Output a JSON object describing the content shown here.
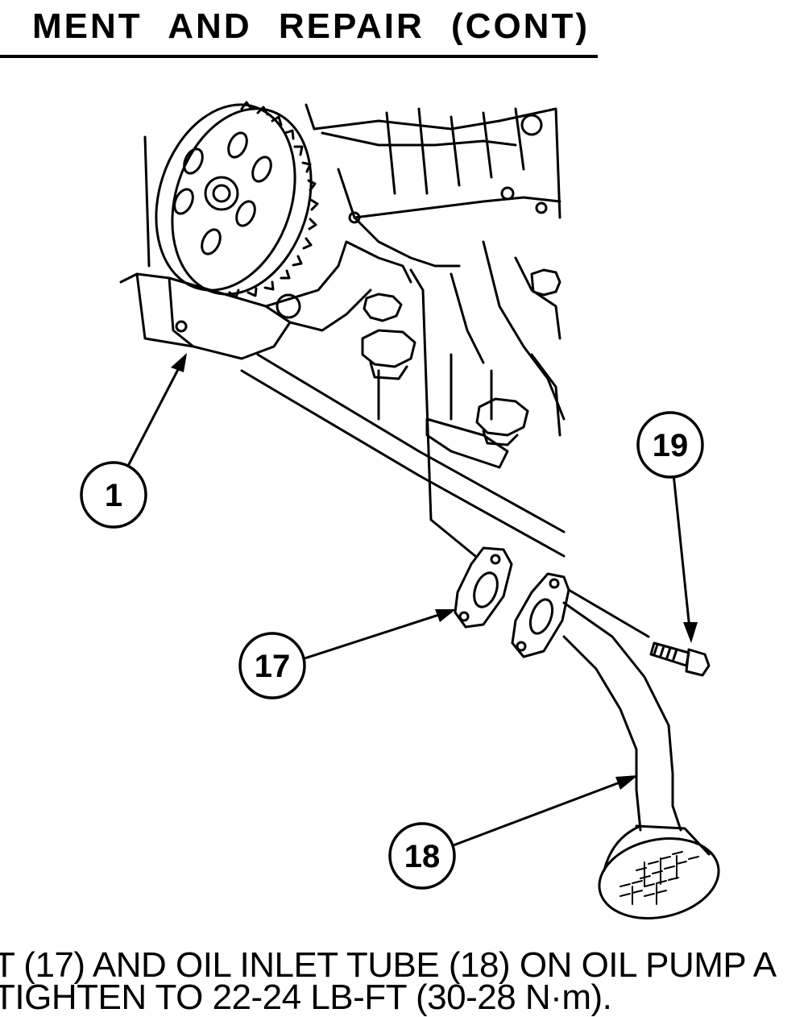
{
  "header": {
    "title": "MENT AND REPAIR (CONT)"
  },
  "figure": {
    "callouts": [
      {
        "id": "1",
        "label": "1"
      },
      {
        "id": "17",
        "label": "17"
      },
      {
        "id": "18",
        "label": "18"
      },
      {
        "id": "19",
        "label": "19"
      }
    ]
  },
  "caption": {
    "line1": "T (17) AND OIL INLET TUBE (18) ON OIL PUMP A",
    "line2": "TIGHTEN TO 22-24 LB-FT (30-28 N·m)."
  }
}
